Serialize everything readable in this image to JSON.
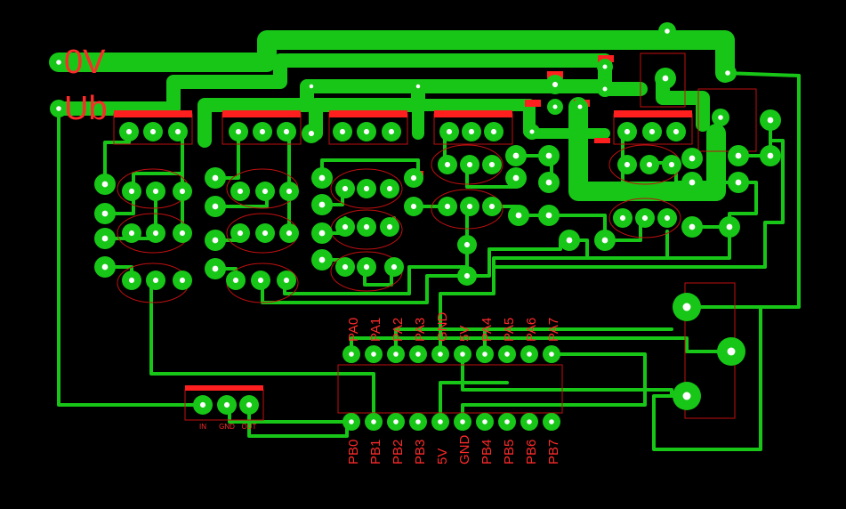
{
  "board": {
    "colors": {
      "background": "#000000",
      "trace": "#17c617",
      "pad": "#17c617",
      "drill": "#ffffff",
      "silkscreen": "#ff2a2a",
      "outline": "#c01010"
    },
    "rail_labels": {
      "ground": "0V",
      "supply": "Ub"
    },
    "top_header_pins": [
      "PA0",
      "PA1",
      "PA2",
      "PA3",
      "GND",
      "5V",
      "PA4",
      "PA5",
      "PA6",
      "PA7"
    ],
    "bottom_header_pins": [
      "PB0",
      "PB1",
      "PB2",
      "PB3",
      "5V",
      "GND",
      "PB4",
      "PB5",
      "PB6",
      "PB7"
    ],
    "regulator_pins": [
      "IN",
      "GND",
      "OUT"
    ]
  }
}
